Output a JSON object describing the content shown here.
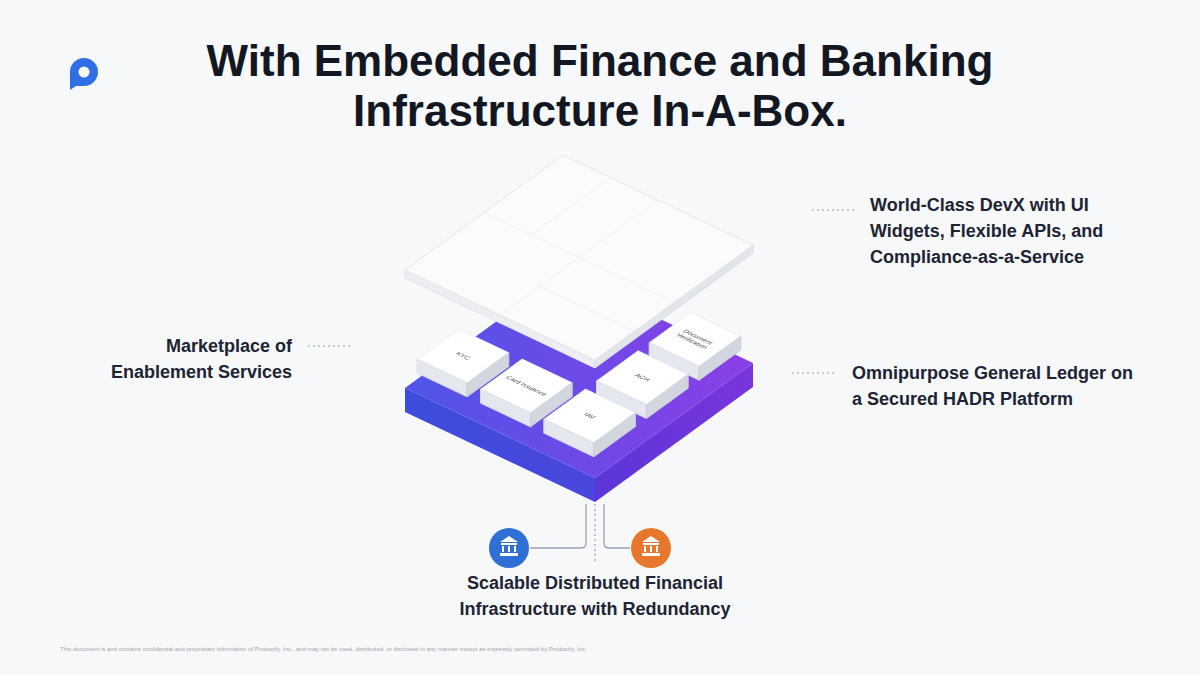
{
  "diagram": {
    "title": "With Embedded Finance and Banking Infrastructure In-A-Box.",
    "nodes": [
      {
        "text": [
          "KYC"
        ]
      },
      {
        "text": [
          "Card Issuance"
        ]
      },
      {
        "text": [
          "IAV"
        ]
      },
      {
        "text": [
          "ACH"
        ]
      },
      {
        "text": [
          "Document Verification"
        ]
      }
    ],
    "labels": [
      "World-Class DevX with UI Widgets, Flexible APIs, and Compliance-as-a-Service",
      "Marketplace of Enablement Services",
      "Omnipurpose General Ledger on a Secured HADR Platform",
      "Scalable Distributed Financial Infrastructure with Redundancy",
      "This document is and contains confidential and proprietary information of Productfy, Inc., and may not be used, distributed, or disclosed in any manner except as expressly permitted by Productfy, Inc."
    ]
  }
}
